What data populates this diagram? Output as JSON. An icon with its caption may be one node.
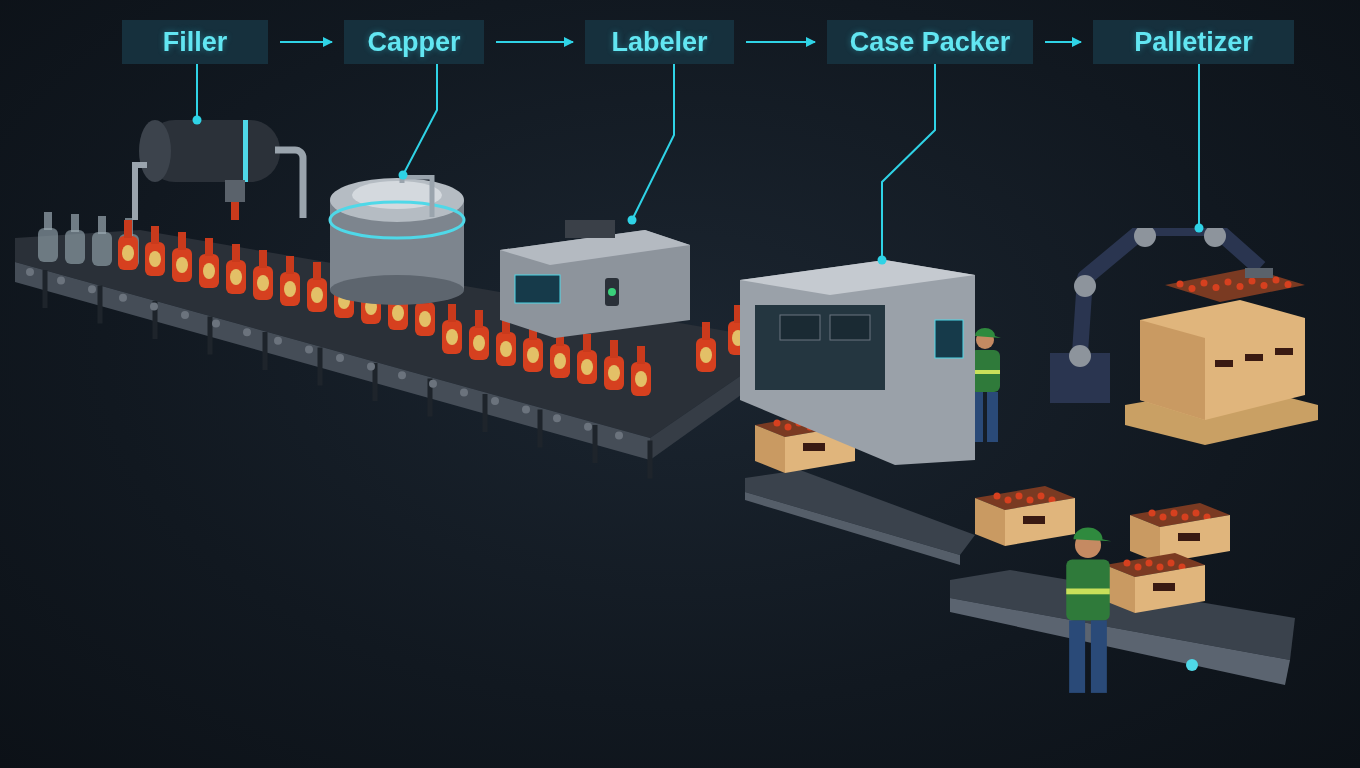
{
  "diagram": {
    "nodes": [
      {
        "text": [
          "Filler"
        ]
      },
      {
        "text": [
          "Capper"
        ]
      },
      {
        "text": [
          "Labeler"
        ]
      },
      {
        "text": [
          "Case Packer"
        ]
      },
      {
        "text": [
          "Palletizer"
        ]
      },
      {
        "text": [],
        "shape": "picture"
      },
      {
        "text": [],
        "shape": "picture"
      },
      {
        "text": [],
        "shape": "picture"
      },
      {
        "text": [],
        "shape": "picture"
      },
      {
        "text": [],
        "shape": "picture"
      }
    ],
    "edges": [
      {
        "from": 0,
        "to": 1,
        "arrow": "to"
      },
      {
        "from": 1,
        "to": 2,
        "arrow": "to"
      },
      {
        "from": 2,
        "to": 3,
        "arrow": "to"
      },
      {
        "from": 3,
        "to": 4,
        "arrow": "to"
      },
      {
        "from": 0,
        "to": 5,
        "arrow": "other"
      },
      {
        "from": 1,
        "to": 6,
        "arrow": "other"
      },
      {
        "from": 2,
        "to": 7,
        "arrow": "other"
      },
      {
        "from": 3,
        "to": 8,
        "arrow": "other"
      },
      {
        "from": 4,
        "to": 9,
        "arrow": "other"
      }
    ]
  }
}
